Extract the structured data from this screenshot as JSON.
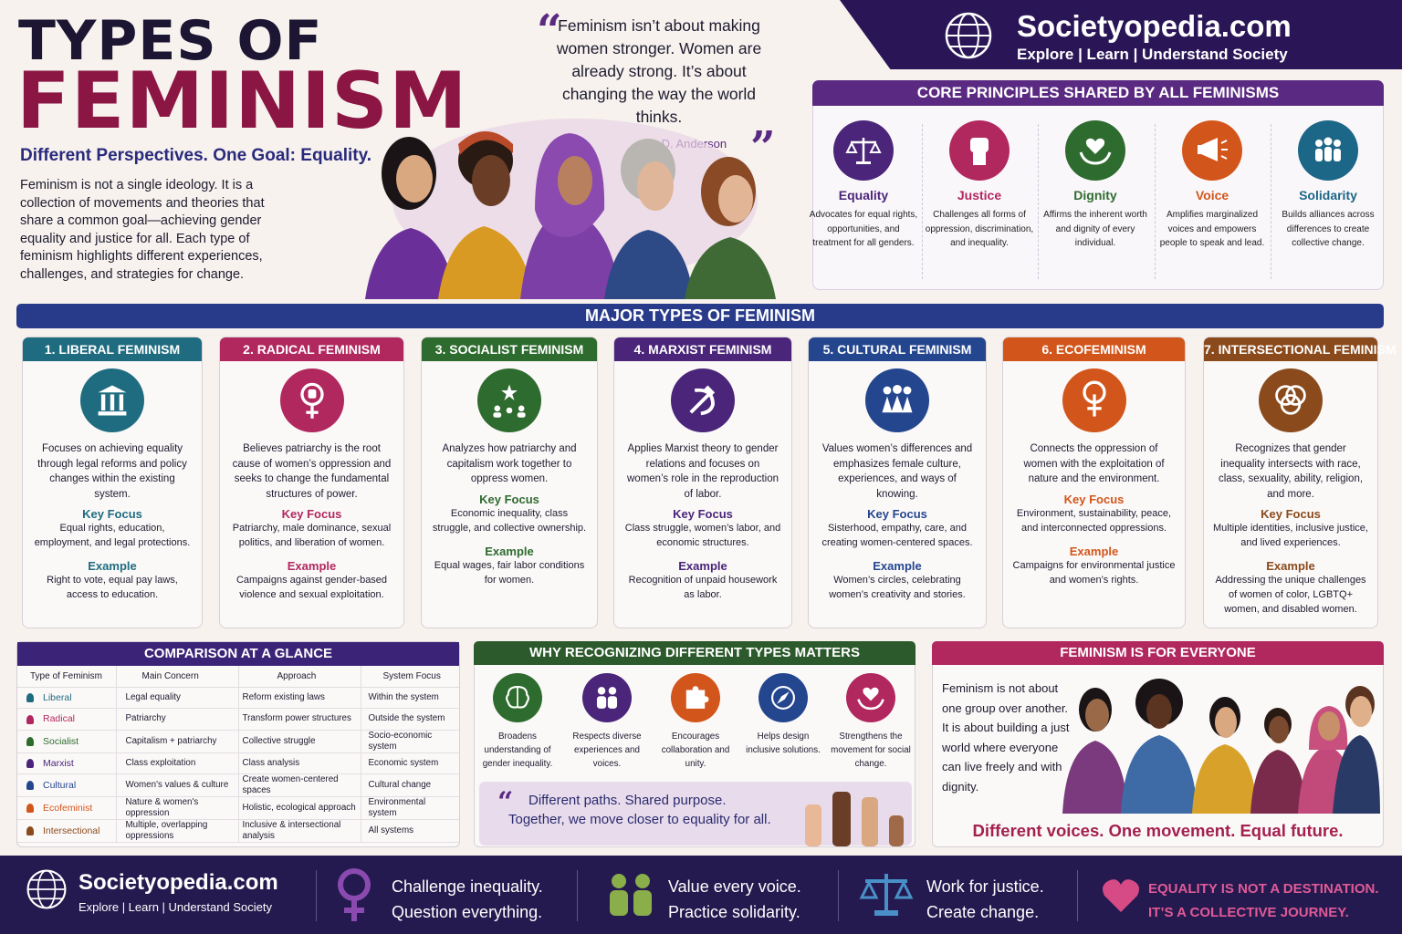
{
  "header": {
    "title_line1": "TYPES OF",
    "title_line2": "FEMINISM",
    "tagline": "Different Perspectives. One Goal: Equality.",
    "intro": "Feminism is not a single ideology. It is a collection of movements and theories that share a common goal—achieving gender equality and justice for all. Each type of feminism highlights different experiences, challenges, and strategies for change.",
    "quote": "Feminism isn’t about making women stronger. Women are already strong. It’s about changing the way the world thinks.",
    "quote_author": "– G.D. Anderson"
  },
  "brand": {
    "name": "Societyopedia.com",
    "tagline": "Explore | Learn | Understand Society"
  },
  "core": {
    "title": "CORE PRINCIPLES SHARED BY ALL FEMINISMS",
    "items": [
      {
        "name": "Equality",
        "desc": "Advocates for equal rights, opportunities, and treatment for all genders.",
        "color": "#4a2579",
        "icon": "scales-icon"
      },
      {
        "name": "Justice",
        "desc": "Challenges all forms of oppression, discrimination, and inequality.",
        "color": "#b1285f",
        "icon": "fist-icon"
      },
      {
        "name": "Dignity",
        "desc": "Affirms the inherent worth and dignity of every individual.",
        "color": "#2e6b2e",
        "icon": "heart-hands-icon"
      },
      {
        "name": "Voice",
        "desc": "Amplifies marginalized voices and empowers people to speak and lead.",
        "color": "#d2561b",
        "icon": "megaphone-icon"
      },
      {
        "name": "Solidarity",
        "desc": "Builds alliances across differences to create collective change.",
        "color": "#1c6688",
        "icon": "group-icon"
      }
    ]
  },
  "major": {
    "title": "MAJOR TYPES OF FEMINISM",
    "key_focus_label": "Key Focus",
    "example_label": "Example",
    "types": [
      {
        "title": "1. LIBERAL FEMINISM",
        "color": "#1f6c80",
        "icon": "pillar-icon",
        "desc": "Focuses on achieving equality through legal reforms and policy changes within the existing system.",
        "focus": "Equal rights, education, employment, and legal protections.",
        "example": "Right to vote, equal pay laws, access to education."
      },
      {
        "title": "2. RADICAL FEMINISM",
        "color": "#b1285f",
        "icon": "female-fist-icon",
        "desc": "Believes patriarchy is the root cause of women’s oppression and seeks to change the fundamental structures of power.",
        "focus": "Patriarchy, male dominance, sexual politics, and liberation of women.",
        "example": "Campaigns against gender-based violence and sexual exploitation."
      },
      {
        "title": "3. SOCIALIST FEMINISM",
        "color": "#2e6b2e",
        "icon": "star-network-icon",
        "desc": "Analyzes how patriarchy and capitalism work together to oppress women.",
        "focus": "Economic inequality, class struggle, and collective ownership.",
        "example": "Equal wages, fair labor conditions for women."
      },
      {
        "title": "4. MARXIST FEMINISM",
        "color": "#4a2579",
        "icon": "hammer-sickle-icon",
        "desc": "Applies Marxist theory to gender relations and focuses on women’s role in the reproduction of labor.",
        "focus": "Class struggle, women’s labor, and economic structures.",
        "example": "Recognition of unpaid housework as labor."
      },
      {
        "title": "5. CULTURAL FEMINISM",
        "color": "#24468f",
        "icon": "women-group-icon",
        "desc": "Values women’s differences and emphasizes female culture, experiences, and ways of knowing.",
        "focus": "Sisterhood, empathy, care, and creating women-centered spaces.",
        "example": "Women’s circles, celebrating women’s creativity and stories."
      },
      {
        "title": "6. ECOFEMINISM",
        "color": "#d2561b",
        "icon": "tree-female-icon",
        "desc": "Connects the oppression of women with the exploitation of nature and the environment.",
        "focus": "Environment, sustainability, peace, and interconnected oppressions.",
        "example": "Campaigns for environmental justice and women’s rights."
      },
      {
        "title": "7. INTERSECTIONAL FEMINISM",
        "color": "#8a4a1c",
        "icon": "overlap-circles-icon",
        "desc": "Recognizes that gender inequality intersects with race, class, sexuality, ability, religion, and more.",
        "focus": "Multiple identities, inclusive justice, and lived experiences.",
        "example": "Addressing the unique challenges of women of color, LGBTQ+ women, and disabled women."
      }
    ]
  },
  "comparison": {
    "title": "COMPARISON AT A GLANCE",
    "headers": [
      "Type of Feminism",
      "Main Concern",
      "Approach",
      "System Focus"
    ],
    "rows": [
      {
        "type": "Liberal",
        "concern": "Legal equality",
        "approach": "Reform existing laws",
        "focus": "Within the system",
        "color": "#1f6c80"
      },
      {
        "type": "Radical",
        "concern": "Patriarchy",
        "approach": "Transform power structures",
        "focus": "Outside the system",
        "color": "#b1285f"
      },
      {
        "type": "Socialist",
        "concern": "Capitalism + patriarchy",
        "approach": "Collective struggle",
        "focus": "Socio-economic system",
        "color": "#2e6b2e"
      },
      {
        "type": "Marxist",
        "concern": "Class exploitation",
        "approach": "Class analysis",
        "focus": "Economic system",
        "color": "#4a2579"
      },
      {
        "type": "Cultural",
        "concern": "Women's values & culture",
        "approach": "Create women-centered spaces",
        "focus": "Cultural change",
        "color": "#24468f"
      },
      {
        "type": "Ecofeminist",
        "concern": "Nature & women's oppression",
        "approach": "Holistic, ecological approach",
        "focus": "Environmental system",
        "color": "#d2561b"
      },
      {
        "type": "Intersectional",
        "concern": "Multiple, overlapping oppressions",
        "approach": "Inclusive & intersectional analysis",
        "focus": "All systems",
        "color": "#8a4a1c"
      }
    ]
  },
  "why": {
    "title": "WHY RECOGNIZING DIFFERENT TYPES MATTERS",
    "items": [
      {
        "desc": "Broadens understanding of gender inequality.",
        "color": "#2e6b2e",
        "icon": "brain-icon"
      },
      {
        "desc": "Respects diverse experiences and voices.",
        "color": "#4a2579",
        "icon": "people-icon"
      },
      {
        "desc": "Encourages collaboration and unity.",
        "color": "#d2561b",
        "icon": "puzzle-icon"
      },
      {
        "desc": "Helps design inclusive solutions.",
        "color": "#24468f",
        "icon": "compass-icon"
      },
      {
        "desc": "Strengthens the movement for social change.",
        "color": "#b1285f",
        "icon": "heart-hands-icon"
      }
    ],
    "quote_line1": "Different paths. Shared purpose.",
    "quote_line2": "Together, we move closer to equality for all."
  },
  "everyone": {
    "title": "FEMINISM IS FOR EVERYONE",
    "text": "Feminism is not about one group over another. It is about building a just world where everyone can live freely and with dignity.",
    "tagline": "Different voices. One movement. Equal future."
  },
  "footer": {
    "brand_name": "Societyopedia.com",
    "brand_tag": "Explore | Learn | Understand Society",
    "m1a": "Challenge inequality.",
    "m1b": "Question everything.",
    "m2a": "Value every voice.",
    "m2b": "Practice solidarity.",
    "m3a": "Work for justice.",
    "m3b": "Create change.",
    "m4a": "EQUALITY IS NOT A DESTINATION.",
    "m4b": "IT’S A COLLECTIVE JOURNEY."
  }
}
